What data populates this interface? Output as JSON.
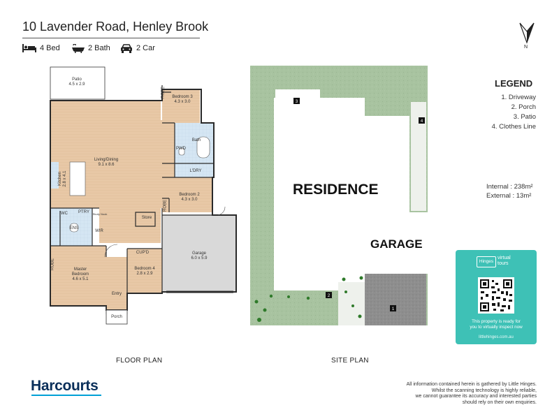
{
  "header": {
    "title": "10 Lavender Road, Henley Brook",
    "features": [
      {
        "icon": "bed-icon",
        "label": "4 Bed"
      },
      {
        "icon": "bath-icon",
        "label": "2 Bath"
      },
      {
        "icon": "car-icon",
        "label": "2 Car"
      }
    ]
  },
  "floor_plan": {
    "caption": "FLOOR PLAN",
    "rooms": {
      "patio_name": "Patio",
      "patio_size": "4.5 x 2.9",
      "living_name": "Living/Dining",
      "living_size": "9.1 x 8.6",
      "kitchen_name": "Kitchen",
      "kitchen_size": "2.8 x 4.1",
      "bed3_name": "Bedroom 3",
      "bed3_size": "4.3 x 3.0",
      "bath": "Bath",
      "pwd": "PWD",
      "ldry": "L'DRY",
      "bed2_name": "Bedroom 2",
      "bed2_size": "4.3 x 3.0",
      "robe": "ROBE",
      "wc": "WC",
      "ptry": "PTRY",
      "study_nook": "Study Nook",
      "ens": "ENS",
      "wir": "WIR",
      "store": "Store",
      "master_name": "Master",
      "master_name2": "Bedroom",
      "master_size": "4.6 x 5.1",
      "cupd": "CUP'D",
      "bed4_name": "Bedroom 4",
      "bed4_size": "2.8 x 2.9",
      "garage_name": "Garage",
      "garage_size": "6.0 x 5.9",
      "entry": "Entry",
      "porch": "Porch"
    }
  },
  "site_plan": {
    "caption": "SITE PLAN",
    "residence": "RESIDENCE",
    "garage": "GARAGE",
    "markers": [
      "1",
      "2",
      "3",
      "4"
    ]
  },
  "compass_label": "N",
  "legend": {
    "title": "LEGEND",
    "items": [
      "1. Driveway",
      "2. Porch",
      "3. Patio",
      "4. Clothes Line"
    ]
  },
  "areas": {
    "internal_label": "Internal",
    "internal_value": ": 238m²",
    "external_label": "External",
    "external_value": ":  13m²"
  },
  "virtual_tour": {
    "brand_left": "Hinges",
    "brand_right_1": "virtual",
    "brand_right_2": "tours",
    "message_1": "This property is ready for",
    "message_2": "you to virtually inspect now",
    "url": "littlehinges.com.au"
  },
  "footer": {
    "brand": "Harcourts",
    "disclaimer": [
      "All information contained herein is gathered by Little Hinges.",
      "Whilst the scanning technology is highly reliable,",
      "we cannot guarantee its accuracy and interested parties",
      "should rely on their own enquiries."
    ]
  },
  "colors": {
    "wood_floor": "#e8c8a6",
    "wet_area": "#d5e6f3",
    "garage_floor": "#d9d9d9",
    "lawn": "#a8c3a0",
    "driveway": "#8e8e8e",
    "card": "#3ec1b6",
    "brand_navy": "#0a2f5a",
    "brand_blue": "#00a0d6"
  }
}
